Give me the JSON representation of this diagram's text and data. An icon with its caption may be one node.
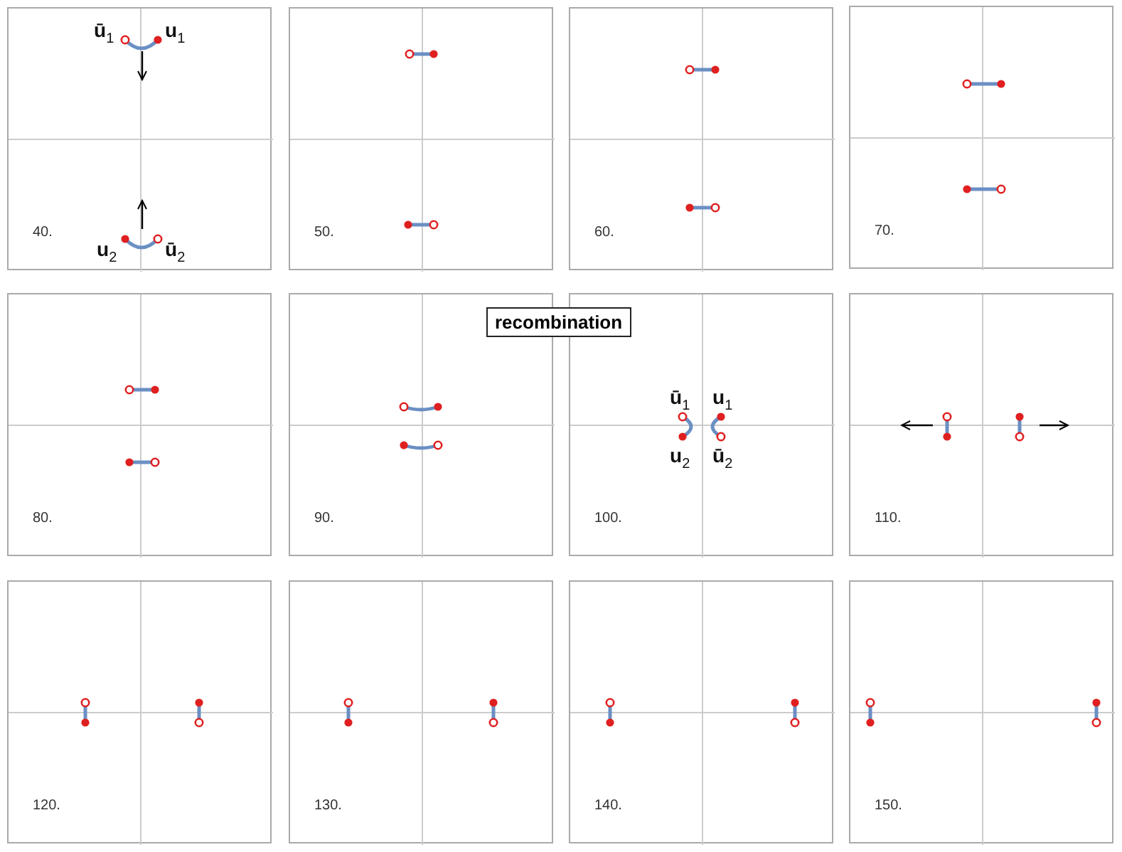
{
  "diagram": {
    "nodes": [
      {
        "text": [
          "recombination"
        ]
      }
    ],
    "labels": [
      "ū$_{1}$",
      "u$_{1}$",
      "40.",
      "u$_{2}$",
      "ū$_{2}$",
      "50.",
      "60.",
      "70.",
      "ū$_{1}$",
      "u$_{1}$",
      "u$_{2}$",
      "ū$_{2}$",
      "80.",
      "90.",
      "100.",
      "110.",
      "120.",
      "130.",
      "140.",
      "150."
    ]
  }
}
